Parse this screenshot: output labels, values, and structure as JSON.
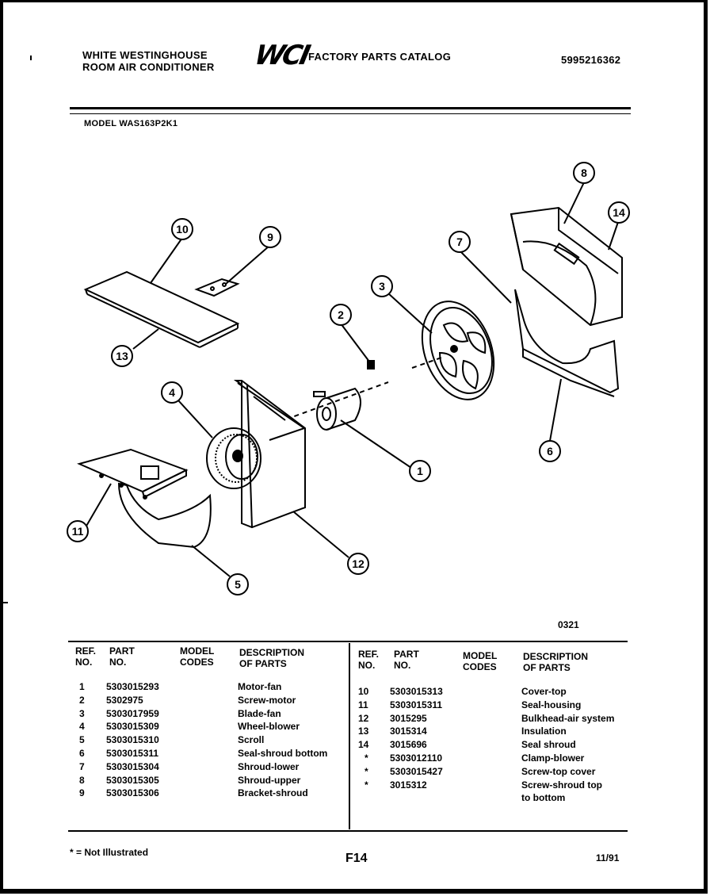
{
  "header": {
    "brand_line1": "WHITE WESTINGHOUSE",
    "brand_line2": "ROOM AIR CONDITIONER",
    "logo": "WCI",
    "catalog_title": "FACTORY PARTS CATALOG",
    "catalog_number": "5995216362",
    "model_line": "MODEL WAS163P2K1"
  },
  "diagram": {
    "callouts": [
      "1",
      "2",
      "3",
      "4",
      "5",
      "6",
      "7",
      "8",
      "9",
      "10",
      "11",
      "12",
      "13",
      "14"
    ],
    "code": "0321"
  },
  "table": {
    "headers_left": {
      "ref_1": "REF.",
      "ref_2": "NO.",
      "part_1": "PART",
      "part_2": "NO.",
      "model_1": "MODEL",
      "model_2": "CODES",
      "desc_1": "DESCRIPTION",
      "desc_2": "OF PARTS"
    },
    "headers_right": {
      "ref_1": "REF.",
      "ref_2": "NO.",
      "part_1": "PART",
      "part_2": "NO.",
      "model_1": "MODEL",
      "model_2": "CODES",
      "desc_1": "DESCRIPTION",
      "desc_2": "OF PARTS"
    },
    "left_rows": [
      {
        "ref": "1",
        "part": "5303015293",
        "desc": "Motor-fan"
      },
      {
        "ref": "2",
        "part": "5302975",
        "desc": "Screw-motor"
      },
      {
        "ref": "3",
        "part": "5303017959",
        "desc": "Blade-fan"
      },
      {
        "ref": "4",
        "part": "5303015309",
        "desc": "Wheel-blower"
      },
      {
        "ref": "5",
        "part": "5303015310",
        "desc": "Scroll"
      },
      {
        "ref": "6",
        "part": "5303015311",
        "desc": "Seal-shroud bottom"
      },
      {
        "ref": "7",
        "part": "5303015304",
        "desc": "Shroud-lower"
      },
      {
        "ref": "8",
        "part": "5303015305",
        "desc": "Shroud-upper"
      },
      {
        "ref": "9",
        "part": "5303015306",
        "desc": "Bracket-shroud"
      }
    ],
    "right_rows": [
      {
        "ref": "10",
        "part": "5303015313",
        "desc": "Cover-top"
      },
      {
        "ref": "11",
        "part": "5303015311",
        "desc": "Seal-housing"
      },
      {
        "ref": "12",
        "part": "3015295",
        "desc": "Bulkhead-air system"
      },
      {
        "ref": "13",
        "part": "3015314",
        "desc": "Insulation"
      },
      {
        "ref": "14",
        "part": "3015696",
        "desc": "Seal shroud"
      },
      {
        "ref": "*",
        "part": "5303012110",
        "desc": "Clamp-blower"
      },
      {
        "ref": "*",
        "part": "5303015427",
        "desc": "Screw-top cover"
      },
      {
        "ref": "*",
        "part": "3015312",
        "desc": "Screw-shroud top"
      }
    ],
    "right_continuation": "to bottom"
  },
  "footer": {
    "note": "* = Not Illustrated",
    "page": "F14",
    "date": "11/91"
  }
}
